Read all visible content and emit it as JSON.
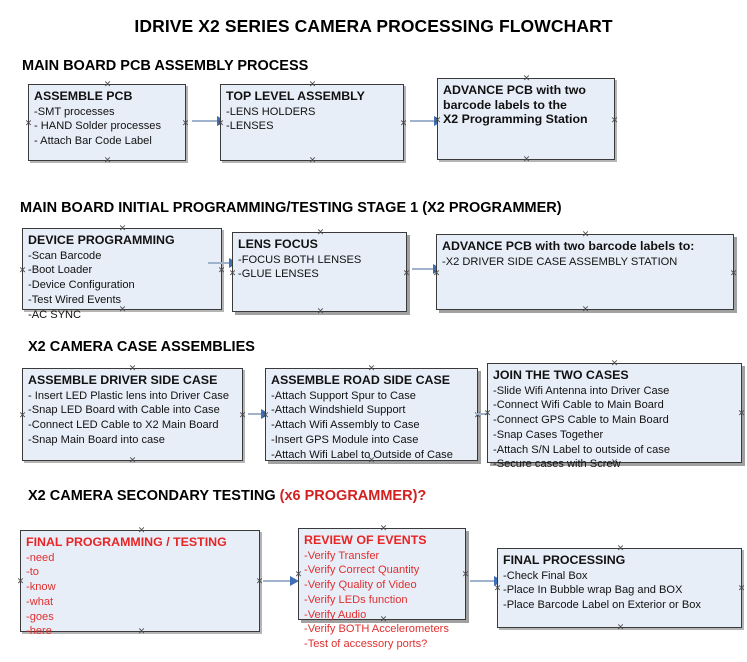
{
  "title": "IDRIVE X2  SERIES CAMERA PROCESSING FLOWCHART",
  "sections": [
    {
      "id": "main-board-pcb-assembly-process",
      "heading": "MAIN BOARD PCB ASSEMBLY PROCESS",
      "heading_red": "",
      "nodes": [
        {
          "id": "assemble-pcb",
          "title": "ASSEMBLE PCB",
          "lines": [
            "-SMT processes",
            "- HAND Solder processes",
            "- Attach Bar Code Label"
          ]
        },
        {
          "id": "top-level-assembly",
          "title": "TOP LEVEL ASSEMBLY",
          "lines": [
            "-LENS HOLDERS",
            "-LENSES"
          ]
        },
        {
          "id": "advance-pcb-to-x2-programming-station",
          "title": "ADVANCE PCB with two\nbarcode labels to the\n X2 Programming Station",
          "lines": []
        }
      ]
    },
    {
      "id": "main-board-initial-programming-testing-stage-1",
      "heading": "MAIN BOARD INITIAL PROGRAMMING/TESTING STAGE 1 (X2 PROGRAMMER)",
      "heading_red": "",
      "nodes": [
        {
          "id": "device-programming",
          "title": "DEVICE PROGRAMMING",
          "lines": [
            "-Scan Barcode",
            "-Boot Loader",
            "-Device Configuration",
            "-Test Wired Events",
            "-AC SYNC"
          ]
        },
        {
          "id": "lens-focus",
          "title": "LENS FOCUS",
          "lines": [
            "-FOCUS BOTH LENSES",
            "-GLUE LENSES"
          ]
        },
        {
          "id": "advance-pcb-to-driver-side-case-assembly",
          "title": "ADVANCE PCB with two barcode labels to:",
          "lines": [
            "-X2 DRIVER  SIDE  CASE  ASSEMBLY STATION"
          ]
        }
      ]
    },
    {
      "id": "x2-camera-case-assemblies",
      "heading": "X2 CAMERA CASE ASSEMBLIES",
      "heading_red": "",
      "nodes": [
        {
          "id": "assemble-driver-side-case",
          "title": "ASSEMBLE DRIVER SIDE CASE",
          "lines": [
            "- Insert LED Plastic lens into Driver Case",
            "-Snap LED Board with Cable into Case",
            "-Connect LED Cable to X2 Main Board",
            "-Snap Main Board into case"
          ]
        },
        {
          "id": "assemble-road-side-case",
          "title": "ASSEMBLE ROAD SIDE CASE",
          "lines": [
            "-Attach Support Spur to Case",
            "-Attach Windshield Support",
            "-Attach Wifi Assembly to Case",
            "-Insert GPS Module into Case",
            "-Attach Wifi Label to Outside of Case"
          ]
        },
        {
          "id": "join-the-two-cases",
          "title": "JOIN THE TWO CASES",
          "lines": [
            "-Slide Wifi Antenna into Driver Case",
            "-Connect Wifi Cable to Main Board",
            "-Connect GPS Cable to Main Board",
            "-Snap Cases Together",
            "-Attach S/N Label to outside of case",
            "-Secure cases with Screw"
          ]
        }
      ]
    },
    {
      "id": "x2-camera-secondary-testing",
      "heading": "X2 CAMERA SECONDARY TESTING ",
      "heading_red": "(x6 PROGRAMMER)?",
      "nodes": [
        {
          "id": "final-programming-testing",
          "title": "FINAL PROGRAMMING / TESTING",
          "lines": [
            "-need",
            "-to",
            "-know",
            "-what",
            "-goes",
            "-here"
          ]
        },
        {
          "id": "review-of-events",
          "title": "REVIEW OF EVENTS",
          "lines": [
            "-Verify Transfer",
            "-Verify Correct Quantity",
            "-Verify Quality of Video",
            "-Verify LEDs function",
            "-Verify Audio",
            "-Verify BOTH Accelerometers",
            "-Test of accessory ports?"
          ]
        },
        {
          "id": "final-processing",
          "title": "FINAL PROCESSING",
          "lines": [
            " -Check Final Box",
            "-Place In Bubble wrap Bag and BOX",
            "-Place Barcode Label on Exterior or Box"
          ]
        }
      ]
    }
  ],
  "colors": {
    "node_fill": "#e8eef8",
    "node_border": "#3a3a3a",
    "connector_line": "#9fb4cc",
    "connector_arrow": "#3f6fb5",
    "red_text": "#e03030",
    "heading_text": "#000000"
  }
}
